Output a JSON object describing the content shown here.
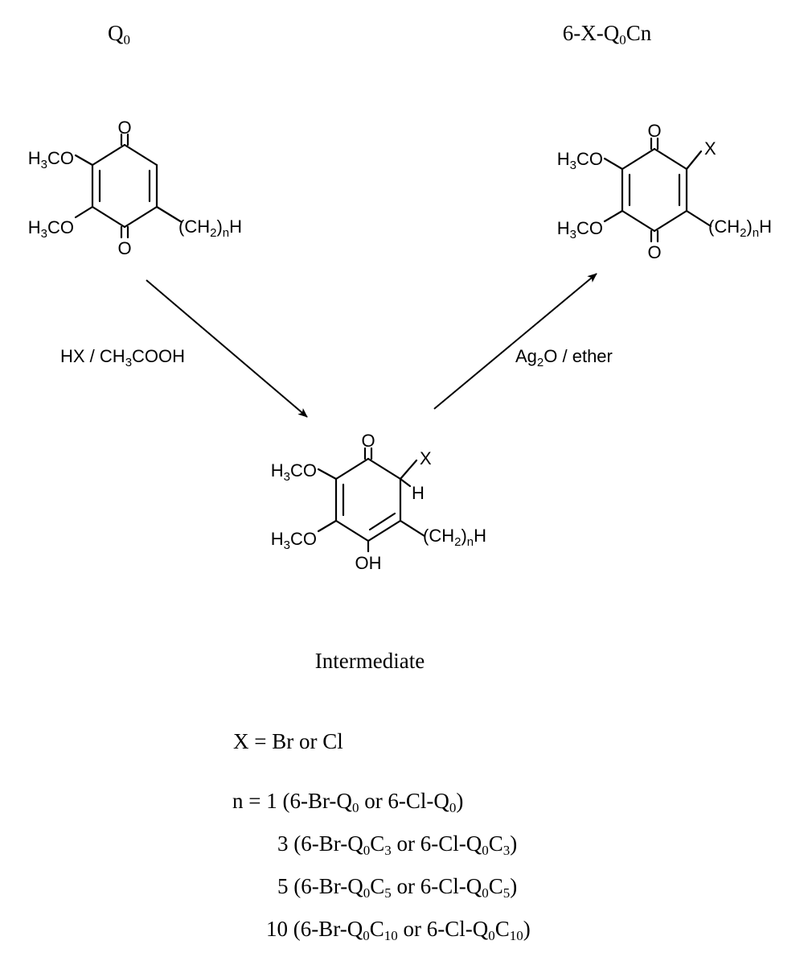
{
  "titles": {
    "start": {
      "main": "Q",
      "sub": "0"
    },
    "product": {
      "prefix": "6-X-Q",
      "sub": "0",
      "suffix": "Cn"
    },
    "intermediate": "Intermediate"
  },
  "labels": {
    "O": "O",
    "H3": "H",
    "sub3": "3",
    "CO": "CO",
    "CH2_open": "(CH",
    "CH2_sub": "2",
    "CH2_n": "n",
    "CH2_H": "H",
    "X": "X",
    "H": "H",
    "OH": "OH"
  },
  "reagents": {
    "step1": {
      "part1": "HX / CH",
      "sub": "3",
      "part2": "COOH"
    },
    "step2": {
      "part1": "Ag",
      "sub": "2",
      "part2": "O / ether"
    }
  },
  "notes": {
    "x_def": "X  =  Br  or  Cl",
    "n_prefix": "n = ",
    "rows": [
      {
        "n": "1",
        "a": "6-Br-Q",
        "a_sub": "0",
        "a_tail": "",
        "a_tail_sub": "",
        "mid": " or 6-Cl-Q",
        "b_sub": "0",
        "b_tail": "",
        "b_tail_sub": ""
      },
      {
        "n": "3",
        "a": "6-Br-Q",
        "a_sub": "0",
        "a_tail": "C",
        "a_tail_sub": "3",
        "mid": " or 6-Cl-Q",
        "b_sub": "0",
        "b_tail": "C",
        "b_tail_sub": "3"
      },
      {
        "n": "5",
        "a": "6-Br-Q",
        "a_sub": "0",
        "a_tail": "C",
        "a_tail_sub": "5",
        "mid": " or 6-Cl-Q",
        "b_sub": "0",
        "b_tail": "C",
        "b_tail_sub": "5"
      },
      {
        "n": "10",
        "a": "6-Br-Q",
        "a_sub": "0",
        "a_tail": "C",
        "a_tail_sub": "10",
        "mid": " or 6-Cl-Q",
        "b_sub": "0",
        "b_tail": "C",
        "b_tail_sub": "10"
      }
    ]
  }
}
